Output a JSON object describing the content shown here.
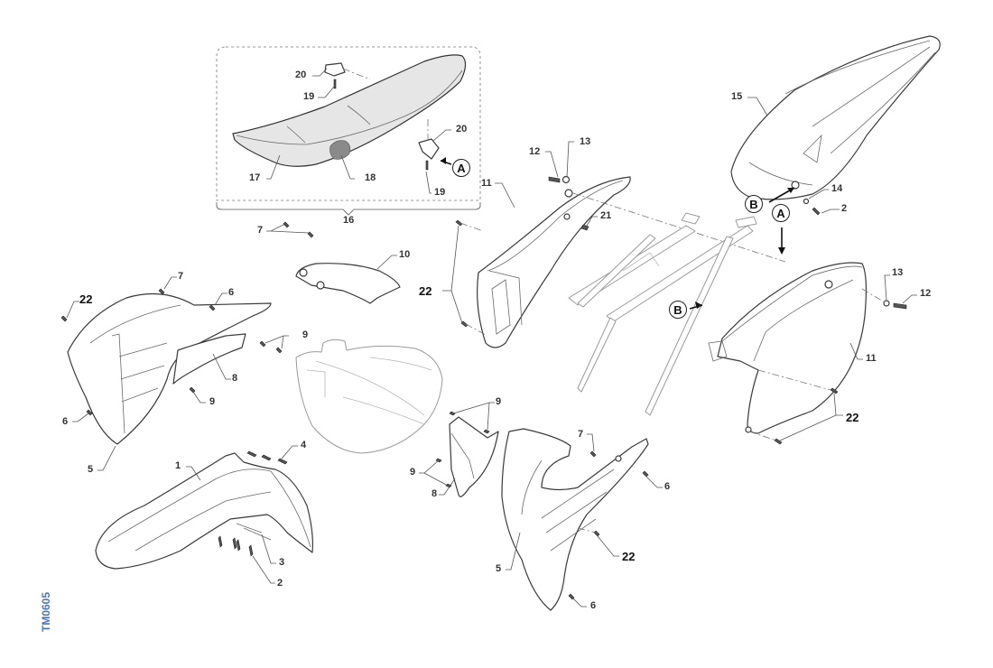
{
  "diagram": {
    "type": "exploded-parts-diagram",
    "drawing_code": "TM0605",
    "colors": {
      "line": "#3a3a3a",
      "frame_line": "#9a9a9a",
      "seat_fill": "#e6e6e6",
      "code_color": "#4a78b8"
    },
    "callouts": [
      {
        "id": "c20a",
        "text": "20",
        "part": "seat-bracket"
      },
      {
        "id": "c19a",
        "text": "19",
        "part": "seat-screw"
      },
      {
        "id": "c20b",
        "text": "20",
        "part": "seat-bracket"
      },
      {
        "id": "c19b",
        "text": "19",
        "part": "seat-screw"
      },
      {
        "id": "c17",
        "text": "17",
        "part": "seat-cover"
      },
      {
        "id": "c18",
        "text": "18",
        "part": "seat-patch"
      },
      {
        "id": "c16",
        "text": "16",
        "part": "seat-assembly"
      },
      {
        "id": "c15",
        "text": "15",
        "part": "rear-fender"
      },
      {
        "id": "c14",
        "text": "14",
        "part": "washer"
      },
      {
        "id": "c2a",
        "text": "2",
        "part": "screw"
      },
      {
        "id": "c12a",
        "text": "12",
        "part": "bolt"
      },
      {
        "id": "c13a",
        "text": "13",
        "part": "bushing"
      },
      {
        "id": "c11a",
        "text": "11",
        "part": "side-panel-left"
      },
      {
        "id": "c21",
        "text": "21",
        "part": "screw"
      },
      {
        "id": "c22a",
        "text": "22",
        "part": "screw"
      },
      {
        "id": "c7a",
        "text": "7",
        "part": "screw"
      },
      {
        "id": "c10",
        "text": "10",
        "part": "tank-cover"
      },
      {
        "id": "c7b",
        "text": "7",
        "part": "screw"
      },
      {
        "id": "c22b",
        "text": "22",
        "part": "screw"
      },
      {
        "id": "c6a",
        "text": "6",
        "part": "screw"
      },
      {
        "id": "c9a",
        "text": "9",
        "part": "screw"
      },
      {
        "id": "c8a",
        "text": "8",
        "part": "spoiler-inner"
      },
      {
        "id": "c9b",
        "text": "9",
        "part": "screw"
      },
      {
        "id": "c6b",
        "text": "6",
        "part": "screw"
      },
      {
        "id": "c5a",
        "text": "5",
        "part": "radiator-shroud-left"
      },
      {
        "id": "c1",
        "text": "1",
        "part": "front-fender"
      },
      {
        "id": "c4",
        "text": "4",
        "part": "clips"
      },
      {
        "id": "c3",
        "text": "3",
        "part": "clips"
      },
      {
        "id": "c2b",
        "text": "2",
        "part": "screws"
      },
      {
        "id": "c13b",
        "text": "13",
        "part": "bushing"
      },
      {
        "id": "c12b",
        "text": "12",
        "part": "bolt"
      },
      {
        "id": "c11b",
        "text": "11",
        "part": "side-panel-right"
      },
      {
        "id": "c22c",
        "text": "22",
        "part": "screw"
      },
      {
        "id": "c9c",
        "text": "9",
        "part": "screw"
      },
      {
        "id": "c9d",
        "text": "9",
        "part": "screw"
      },
      {
        "id": "c8b",
        "text": "8",
        "part": "spoiler-inner"
      },
      {
        "id": "c7c",
        "text": "7",
        "part": "screw"
      },
      {
        "id": "c6c",
        "text": "6",
        "part": "screw"
      },
      {
        "id": "c5b",
        "text": "5",
        "part": "radiator-shroud-right"
      },
      {
        "id": "c22d",
        "text": "22",
        "part": "screw"
      },
      {
        "id": "c6d",
        "text": "6",
        "part": "screw"
      }
    ],
    "references": [
      {
        "id": "refA1",
        "text": "A"
      },
      {
        "id": "refA2",
        "text": "A"
      },
      {
        "id": "refB1",
        "text": "B"
      },
      {
        "id": "refB2",
        "text": "B"
      }
    ]
  }
}
